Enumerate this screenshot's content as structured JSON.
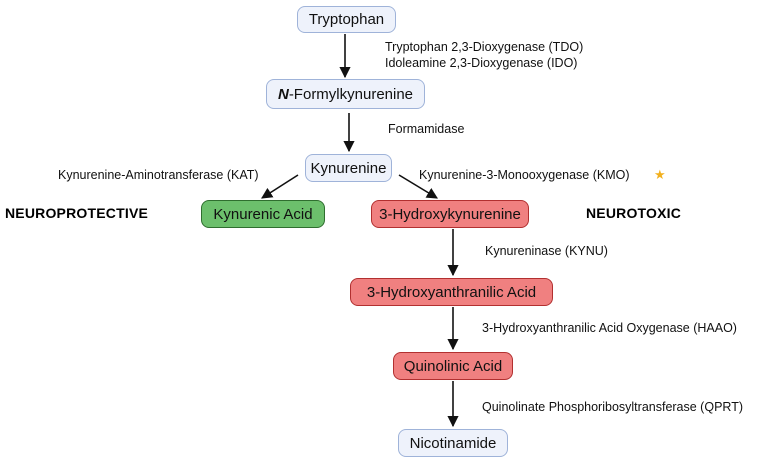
{
  "nodes": {
    "tryptophan": "Tryptophan",
    "formylkynurenine_prefix": "N",
    "formylkynurenine_rest": "-Formylkynurenine",
    "kynurenine": "Kynurenine",
    "kynurenic_acid": "Kynurenic Acid",
    "hydroxykynurenine": "3-Hydroxykynurenine",
    "hydroxyanthranilic_acid": "3-Hydroxyanthranilic Acid",
    "quinolinic_acid": "Quinolinic Acid",
    "nicotinamide": "Nicotinamide"
  },
  "enzymes": {
    "tdo": "Tryptophan 2,3-Dioxygenase (TDO)",
    "ido": "Idoleamine 2,3-Dioxygenase (IDO)",
    "formamidase": "Formamidase",
    "kat": "Kynurenine-Aminotransferase (KAT)",
    "kmo": "Kynurenine-3-Monooxygenase (KMO)",
    "kynu": "Kynureninase (KYNU)",
    "haao": "3-Hydroxyanthranilic Acid Oxygenase (HAAO)",
    "qprt": "Quinolinate Phosphoribosyltransferase (QPRT)"
  },
  "labels": {
    "neuroprotective": "NEUROPROTECTIVE",
    "neurotoxic": "NEUROTOXIC"
  },
  "icons": {
    "star": "★"
  },
  "colors": {
    "neutral_fill": "#eef2fb",
    "neutral_border": "#9fb3d9",
    "protective_fill": "#6cbf6c",
    "protective_border": "#2f6e2f",
    "toxic_fill": "#f08080",
    "toxic_border": "#b23030",
    "star": "#f2b01e"
  }
}
